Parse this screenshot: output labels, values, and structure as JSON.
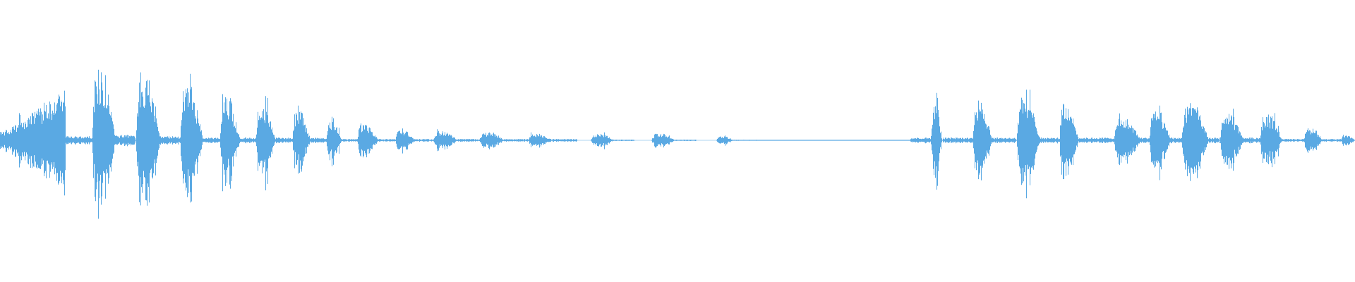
{
  "waveform": {
    "color": "#5aa9e3",
    "background": "#ffffff",
    "segments": [
      {
        "start": 0.0,
        "end": 0.048,
        "peak": 0.42,
        "shape": "ramp-up"
      },
      {
        "start": 0.048,
        "end": 0.068,
        "peak": 0.03,
        "shape": "flat"
      },
      {
        "start": 0.068,
        "end": 0.085,
        "peak": 0.55,
        "shape": "burst"
      },
      {
        "start": 0.085,
        "end": 0.1,
        "peak": 0.04,
        "shape": "flat"
      },
      {
        "start": 0.1,
        "end": 0.118,
        "peak": 0.48,
        "shape": "burst"
      },
      {
        "start": 0.118,
        "end": 0.133,
        "peak": 0.03,
        "shape": "flat"
      },
      {
        "start": 0.133,
        "end": 0.15,
        "peak": 0.42,
        "shape": "burst"
      },
      {
        "start": 0.15,
        "end": 0.162,
        "peak": 0.02,
        "shape": "flat"
      },
      {
        "start": 0.162,
        "end": 0.177,
        "peak": 0.34,
        "shape": "burst"
      },
      {
        "start": 0.177,
        "end": 0.189,
        "peak": 0.02,
        "shape": "flat"
      },
      {
        "start": 0.189,
        "end": 0.203,
        "peak": 0.28,
        "shape": "burst"
      },
      {
        "start": 0.203,
        "end": 0.216,
        "peak": 0.02,
        "shape": "flat"
      },
      {
        "start": 0.216,
        "end": 0.229,
        "peak": 0.22,
        "shape": "burst"
      },
      {
        "start": 0.229,
        "end": 0.241,
        "peak": 0.02,
        "shape": "flat"
      },
      {
        "start": 0.241,
        "end": 0.252,
        "peak": 0.17,
        "shape": "burst"
      },
      {
        "start": 0.252,
        "end": 0.264,
        "peak": 0.01,
        "shape": "flat"
      },
      {
        "start": 0.264,
        "end": 0.279,
        "peak": 0.12,
        "shape": "burst"
      },
      {
        "start": 0.279,
        "end": 0.292,
        "peak": 0.01,
        "shape": "flat"
      },
      {
        "start": 0.292,
        "end": 0.306,
        "peak": 0.08,
        "shape": "burst"
      },
      {
        "start": 0.306,
        "end": 0.32,
        "peak": 0.01,
        "shape": "flat"
      },
      {
        "start": 0.32,
        "end": 0.338,
        "peak": 0.07,
        "shape": "burst"
      },
      {
        "start": 0.338,
        "end": 0.354,
        "peak": 0.01,
        "shape": "flat"
      },
      {
        "start": 0.354,
        "end": 0.372,
        "peak": 0.06,
        "shape": "burst"
      },
      {
        "start": 0.372,
        "end": 0.39,
        "peak": 0.01,
        "shape": "flat"
      },
      {
        "start": 0.39,
        "end": 0.408,
        "peak": 0.05,
        "shape": "burst"
      },
      {
        "start": 0.408,
        "end": 0.426,
        "peak": 0.01,
        "shape": "flat"
      },
      {
        "start": 0.436,
        "end": 0.453,
        "peak": 0.05,
        "shape": "burst"
      },
      {
        "start": 0.453,
        "end": 0.468,
        "peak": 0.005,
        "shape": "flat"
      },
      {
        "start": 0.481,
        "end": 0.498,
        "peak": 0.05,
        "shape": "burst"
      },
      {
        "start": 0.498,
        "end": 0.514,
        "peak": 0.005,
        "shape": "flat"
      },
      {
        "start": 0.529,
        "end": 0.541,
        "peak": 0.03,
        "shape": "burst"
      },
      {
        "start": 0.541,
        "end": 0.558,
        "peak": 0.004,
        "shape": "flat"
      },
      {
        "start": 0.558,
        "end": 0.672,
        "peak": 0.002,
        "shape": "flat"
      },
      {
        "start": 0.672,
        "end": 0.686,
        "peak": 0.02,
        "shape": "flat"
      },
      {
        "start": 0.686,
        "end": 0.696,
        "peak": 0.42,
        "shape": "spike"
      },
      {
        "start": 0.696,
        "end": 0.718,
        "peak": 0.02,
        "shape": "flat"
      },
      {
        "start": 0.718,
        "end": 0.732,
        "peak": 0.31,
        "shape": "burst"
      },
      {
        "start": 0.732,
        "end": 0.75,
        "peak": 0.02,
        "shape": "flat"
      },
      {
        "start": 0.75,
        "end": 0.768,
        "peak": 0.32,
        "shape": "burst"
      },
      {
        "start": 0.768,
        "end": 0.782,
        "peak": 0.02,
        "shape": "flat"
      },
      {
        "start": 0.782,
        "end": 0.796,
        "peak": 0.27,
        "shape": "burst"
      },
      {
        "start": 0.796,
        "end": 0.822,
        "peak": 0.02,
        "shape": "flat"
      },
      {
        "start": 0.822,
        "end": 0.842,
        "peak": 0.17,
        "shape": "burst"
      },
      {
        "start": 0.842,
        "end": 0.848,
        "peak": 0.02,
        "shape": "flat"
      },
      {
        "start": 0.848,
        "end": 0.864,
        "peak": 0.22,
        "shape": "burst"
      },
      {
        "start": 0.864,
        "end": 0.872,
        "peak": 0.02,
        "shape": "flat"
      },
      {
        "start": 0.872,
        "end": 0.892,
        "peak": 0.28,
        "shape": "burst"
      },
      {
        "start": 0.892,
        "end": 0.9,
        "peak": 0.02,
        "shape": "flat"
      },
      {
        "start": 0.9,
        "end": 0.918,
        "peak": 0.2,
        "shape": "burst"
      },
      {
        "start": 0.918,
        "end": 0.93,
        "peak": 0.02,
        "shape": "flat"
      },
      {
        "start": 0.93,
        "end": 0.946,
        "peak": 0.2,
        "shape": "burst"
      },
      {
        "start": 0.946,
        "end": 0.962,
        "peak": 0.01,
        "shape": "flat"
      },
      {
        "start": 0.962,
        "end": 0.976,
        "peak": 0.09,
        "shape": "burst"
      },
      {
        "start": 0.976,
        "end": 0.99,
        "peak": 0.01,
        "shape": "flat"
      },
      {
        "start": 0.99,
        "end": 1.0,
        "peak": 0.04,
        "shape": "burst"
      }
    ]
  }
}
